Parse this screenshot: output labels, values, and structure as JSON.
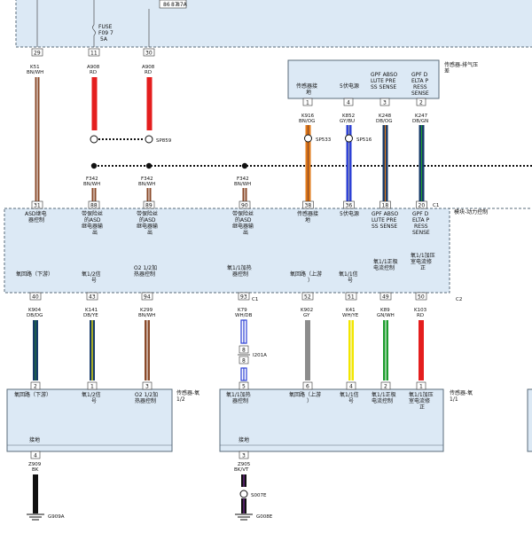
{
  "top_box": {
    "pin_86": "86",
    "pin_87": "87",
    "pin_87a": "87A"
  },
  "fuse": {
    "line1": "FUSE",
    "line2": "F09 7",
    "line3": "5A"
  },
  "top_pins": [
    {
      "num": "29",
      "wire": "K51",
      "color": "BN/WH"
    },
    {
      "num": "11",
      "wire": "A908",
      "color": "RD"
    },
    {
      "num": "30",
      "wire": "A908",
      "color": "RD"
    }
  ],
  "splice_sp859": "SP859",
  "f342": [
    {
      "wire": "F342",
      "color": "BN/WH"
    },
    {
      "wire": "F342",
      "color": "BN/WH"
    },
    {
      "wire": "F342",
      "color": "BN/WH"
    }
  ],
  "pressure_sensor": {
    "title_line1": "传感器-排气压",
    "title_line2": "差",
    "pins": [
      {
        "label_l1": "传感器接",
        "label_l2": "地",
        "num": "1",
        "wire": "K916",
        "color": "BN/OG"
      },
      {
        "label_l1": "5伏电源",
        "label_l2": "",
        "num": "4",
        "wire": "K852",
        "color": "GY/BU"
      },
      {
        "label_l1": "GPF ABSO",
        "label_l2": "LUTE PRE",
        "label_l3": "SS SENSE",
        "num": "3",
        "wire": "K248",
        "color": "DB/OG"
      },
      {
        "label_l1": "GPF D",
        "label_l2": "ELTA P",
        "label_l3": "RESS",
        "label_l4": "SENSE",
        "num": "2",
        "wire": "K247",
        "color": "DB/GN"
      }
    ]
  },
  "splice_sp533": "SP533",
  "splice_sp516": "SP516",
  "pcm": {
    "title": "模块-动力控制",
    "conn_top": "C1",
    "conn_bottom": "C2",
    "top_pins": [
      {
        "num": "31",
        "l1": "ASD继电",
        "l2": "器控制"
      },
      {
        "num": "88",
        "l1": "带保险丝",
        "l2": "的ASD",
        "l3": "继电器输",
        "l4": "出"
      },
      {
        "num": "89",
        "l1": "带保险丝",
        "l2": "的ASD",
        "l3": "继电器输",
        "l4": "出"
      },
      {
        "num": "90",
        "l1": "带保险丝",
        "l2": "的ASD",
        "l3": "继电器输",
        "l4": "出"
      },
      {
        "num": "38",
        "l1": "传感器接",
        "l2": "地"
      },
      {
        "num": "36",
        "l1": "5伏电源"
      },
      {
        "num": "18",
        "l1": "GPF ABSO",
        "l2": "LUTE PRE",
        "l3": "SS SENSE"
      },
      {
        "num": "20",
        "l1": "GPF D",
        "l2": "ELTA P",
        "l3": "RESS",
        "l4": "SENSE"
      }
    ],
    "bottom_labels": [
      {
        "l1": "氧回路（下游）"
      },
      {
        "l1": "氧1/2信",
        "l2": "号"
      },
      {
        "l1": "O2 1/2加",
        "l2": "热器控制"
      },
      {
        "l1": "氧1/1加热",
        "l2": "器控制"
      },
      {
        "l1": "氧回路（上游",
        "l2": "）"
      },
      {
        "l1": "氧1/1信",
        "l2": "号"
      },
      {
        "l1": "氧1/1正极",
        "l2": "电流控制"
      },
      {
        "l1": "氧1/1加压",
        "l2": "室电流修",
        "l3": "正"
      }
    ],
    "bottom_pins": [
      {
        "num": "40",
        "wire": "K904",
        "color": "DB/DG"
      },
      {
        "num": "43",
        "wire": "K141",
        "color": "DB/YE"
      },
      {
        "num": "94",
        "wire": "K299",
        "color": "BN/WH"
      },
      {
        "num": "93",
        "wire": "K79",
        "color": "WH/DB"
      },
      {
        "num": "52",
        "wire": "K902",
        "color": "GY"
      },
      {
        "num": "51",
        "wire": "K41",
        "color": "WH/YE"
      },
      {
        "num": "49",
        "wire": "K89",
        "color": "GN/WH"
      },
      {
        "num": "50",
        "wire": "K103",
        "color": "RD"
      }
    ]
  },
  "inline_conn": {
    "num_top": "8",
    "num_bottom": "8",
    "name": "I201A"
  },
  "o2_sensor_12": {
    "title_l1": "传感器-氧",
    "title_l2": "1/2",
    "pins": [
      {
        "num": "2",
        "l1": "氧回路（下游）"
      },
      {
        "num": "1",
        "l1": "氧1/2信",
        "l2": "号"
      },
      {
        "num": "3",
        "l1": "O2 1/2加",
        "l2": "热器控制"
      }
    ],
    "ground_label": "接地",
    "ground_pin": "4",
    "ground_wire": "Z909",
    "ground_color": "BK",
    "ground_id": "G909A"
  },
  "o2_sensor_11": {
    "title_l1": "传感器-氧",
    "title_l2": "1/1",
    "pins": [
      {
        "num": "5",
        "l1": "氧1/1加热",
        "l2": "器控制"
      },
      {
        "num": "6",
        "l1": "氧回路（上游",
        "l2": "）"
      },
      {
        "num": "4",
        "l1": "氧1/1信",
        "l2": "号"
      },
      {
        "num": "2",
        "l1": "氧1/1正极",
        "l2": "电流控制"
      },
      {
        "num": "1",
        "l1": "氧1/1加压",
        "l2": "室电流修",
        "l3": "正"
      }
    ],
    "ground_label": "接地",
    "ground_pin": "3",
    "ground_wire": "Z905",
    "ground_color": "BK/VT",
    "splice": "S007E",
    "ground_id": "G008E"
  },
  "colors": {
    "box_fill": "#dce9f5",
    "box_stroke": "#5a6b7a",
    "red": "#e41e1e",
    "brown": "#8a4a2a",
    "orange": "#e07a1a",
    "blue": "#2b3fd6",
    "darkblue": "#163a6a",
    "yellow": "#f2e600",
    "gray": "#8c8c8c",
    "green": "#1e9e2e"
  }
}
